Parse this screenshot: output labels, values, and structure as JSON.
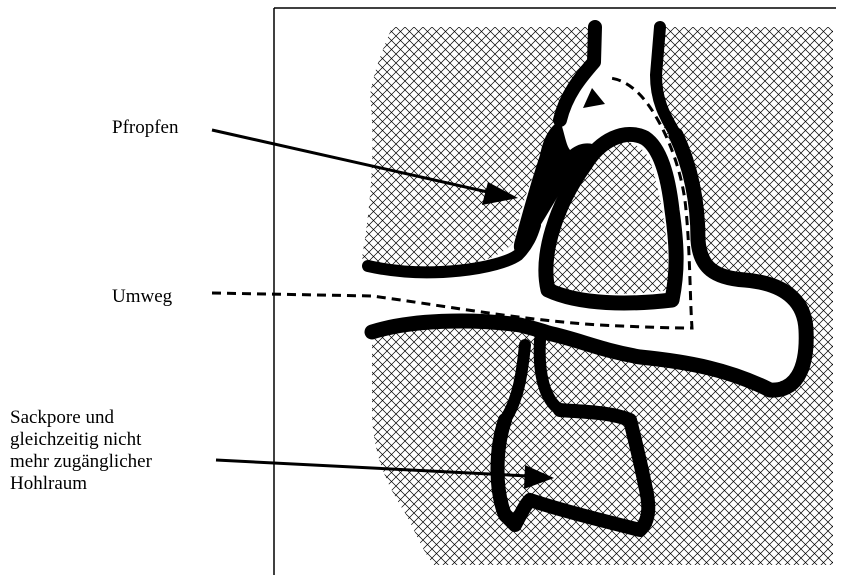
{
  "labels": {
    "plug": "Pfropfen",
    "detour": "Umweg",
    "dead_end_pore": [
      "Sackpore und",
      "gleichzeitig nicht",
      "mehr zugänglicher",
      "Hohlraum"
    ]
  },
  "colors": {
    "ink": "#000000",
    "background": "#ffffff",
    "hatch": "#000000"
  }
}
